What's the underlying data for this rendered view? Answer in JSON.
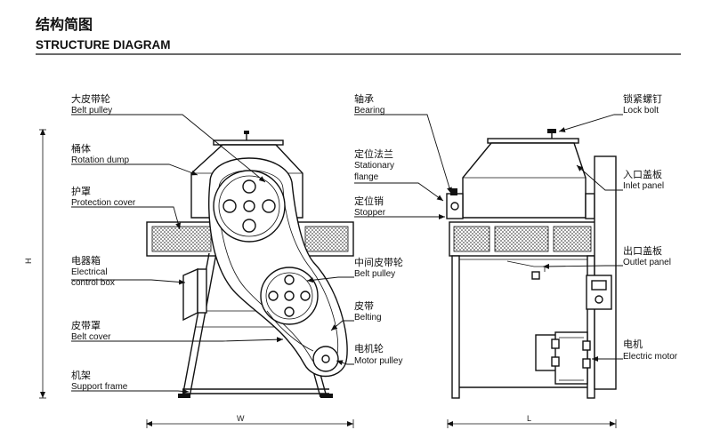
{
  "header": {
    "title_cn": "结构简图",
    "title_en": "STRUCTURE DIAGRAM"
  },
  "dimensions": {
    "height": "H",
    "width": "W",
    "length": "L"
  },
  "front_labels": [
    {
      "cn": "大皮带轮",
      "en": "Belt pulley"
    },
    {
      "cn": "桶体",
      "en": "Rotation dump"
    },
    {
      "cn": "护罩",
      "en": "Protection cover"
    },
    {
      "cn": "电器箱",
      "en": "Electrical",
      "en2": "control box"
    },
    {
      "cn": "皮带罩",
      "en": "Belt cover"
    },
    {
      "cn": "机架",
      "en": "Support frame"
    }
  ],
  "middle_labels": [
    {
      "cn": "轴承",
      "en": "Bearing"
    },
    {
      "cn": "定位法兰",
      "en": "Stationary",
      "en2": "flange"
    },
    {
      "cn": "定位销",
      "en": "Stopper"
    },
    {
      "cn": "中间皮带轮",
      "en": "Belt pulley"
    },
    {
      "cn": "皮带",
      "en": "Belting"
    },
    {
      "cn": "电机轮",
      "en": "Motor pulley"
    }
  ],
  "side_labels": [
    {
      "cn": "锁紧螺钉",
      "en": "Lock bolt"
    },
    {
      "cn": "入口盖板",
      "en": "Inlet panel"
    },
    {
      "cn": "出口盖板",
      "en": "Outlet panel"
    },
    {
      "cn": "电机",
      "en": "Electric motor"
    }
  ]
}
